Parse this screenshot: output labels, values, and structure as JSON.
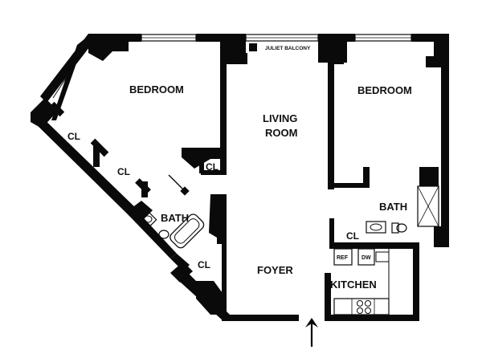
{
  "rooms": {
    "bedroom_left": "BEDROOM",
    "bedroom_right": "BEDROOM",
    "living_line1": "LIVING",
    "living_line2": "ROOM",
    "foyer": "FOYER",
    "kitchen": "KITCHEN",
    "bath_left": "BATH",
    "bath_right": "BATH"
  },
  "closets": {
    "cl_left_upper": "CL",
    "cl_left_lower": "CL",
    "cl_living": "CL",
    "cl_foyer": "CL",
    "cl_kitchen": "CL"
  },
  "fixtures": {
    "balcony": "JULIET BALCONY",
    "ref": "REF",
    "dw": "DW"
  },
  "entrance": {
    "arrow_icon": "up-arrow-icon"
  },
  "colors": {
    "wall": "#0a0a0a",
    "background": "#ffffff"
  }
}
